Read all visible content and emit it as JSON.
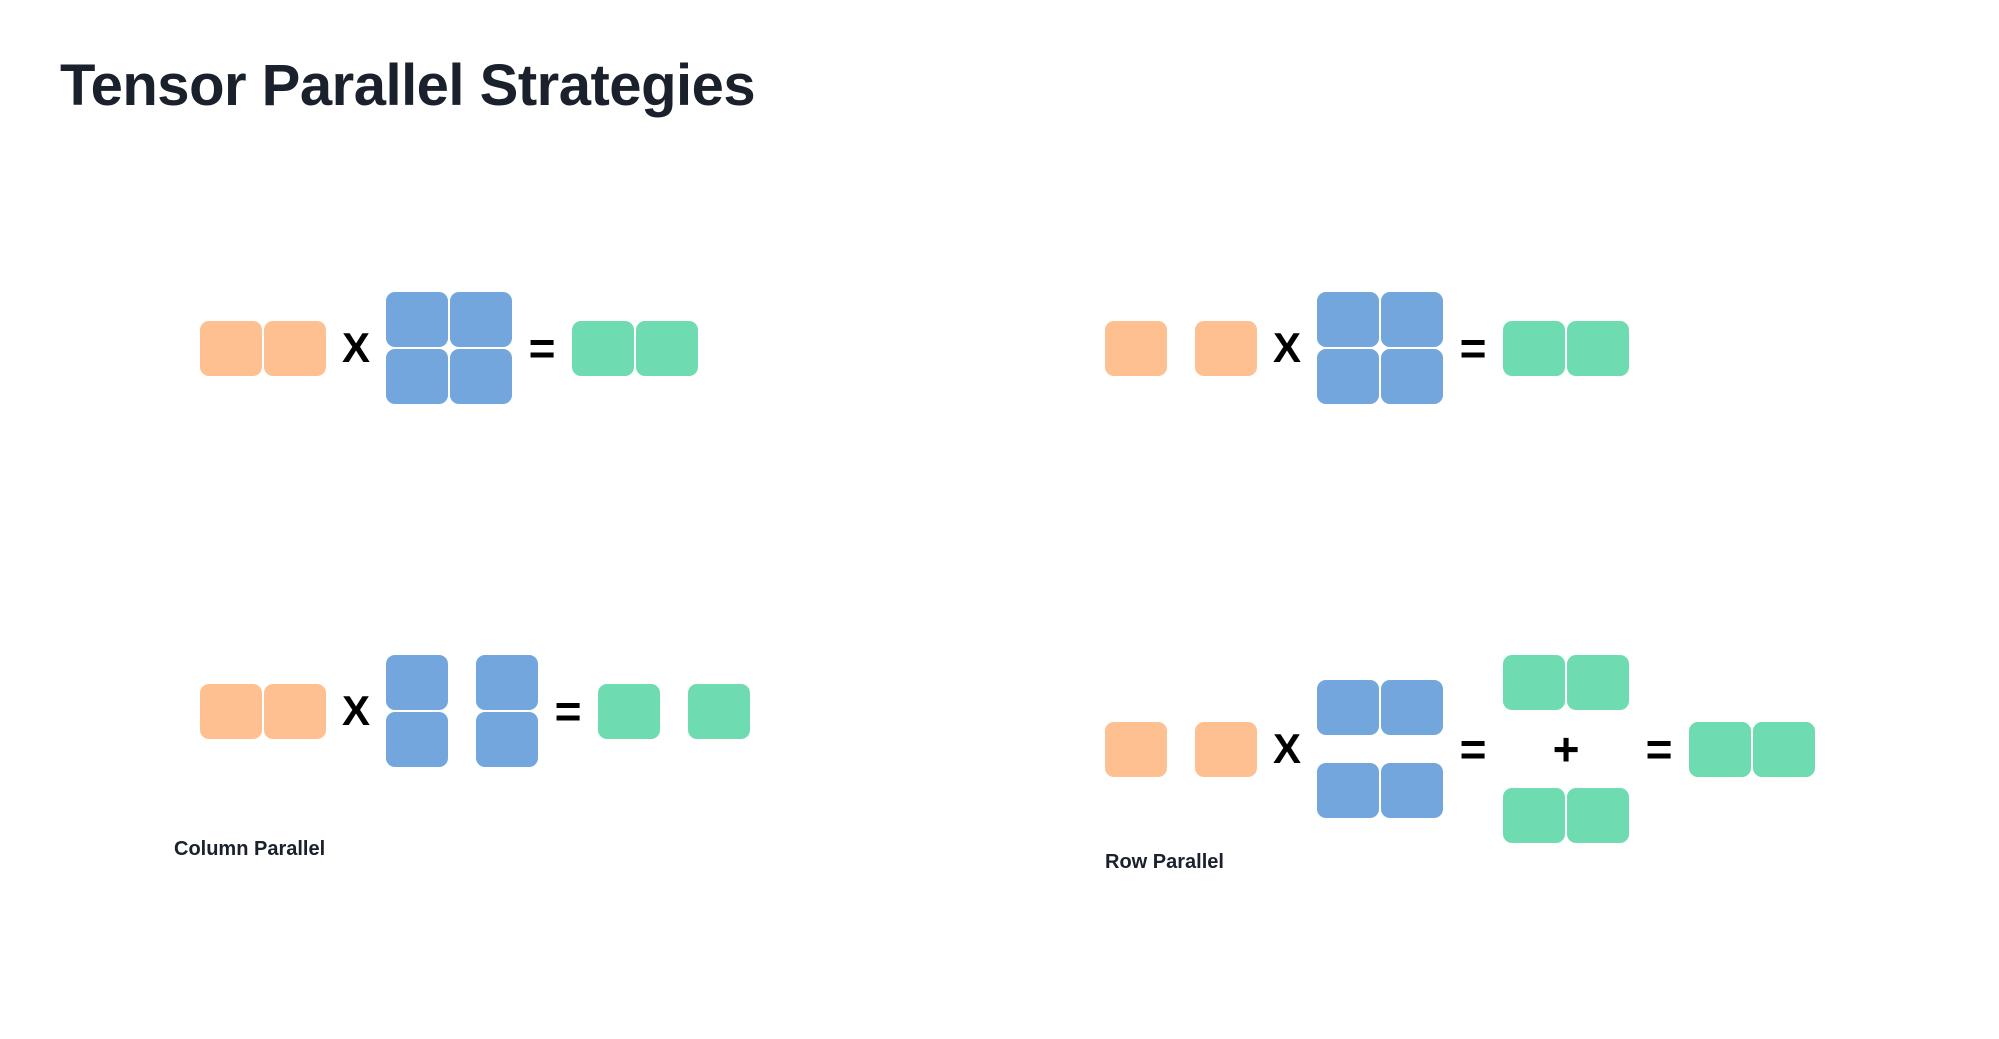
{
  "page": {
    "title": "Tensor Parallel Strategies",
    "background_color": "#ffffff",
    "text_color": "#1a202c"
  },
  "palette": {
    "input_orange": "#fec091",
    "weight_blue": "#72a6dc",
    "output_green": "#6edcb0",
    "operator_black": "#000000"
  },
  "operators": {
    "multiply": "X",
    "equals": "=",
    "plus": "+"
  },
  "captions": {
    "column_parallel": "Column Parallel",
    "row_parallel": "Row Parallel"
  },
  "diagrams": [
    {
      "id": "top-left",
      "caption": "",
      "description": "unsharded input times unsharded weight equals unsharded output",
      "input": {
        "color": "orange",
        "rows": 1,
        "cols": 2,
        "split": "none"
      },
      "weight": {
        "color": "blue",
        "rows": 2,
        "cols": 2,
        "split": "none"
      },
      "output": {
        "color": "green",
        "rows": 1,
        "cols": 2,
        "split": "none"
      }
    },
    {
      "id": "bottom-left",
      "caption": "Column Parallel",
      "description": "unsharded input times column-sharded weight equals column-sharded output",
      "input": {
        "color": "orange",
        "rows": 1,
        "cols": 2,
        "split": "none"
      },
      "weight": {
        "color": "blue",
        "rows": 2,
        "cols": 2,
        "split": "columns"
      },
      "output": {
        "color": "green",
        "rows": 1,
        "cols": 2,
        "split": "columns"
      }
    },
    {
      "id": "top-right",
      "caption": "",
      "description": "column-sharded input times unsharded weight equals unsharded output",
      "input": {
        "color": "orange",
        "rows": 1,
        "cols": 2,
        "split": "columns"
      },
      "weight": {
        "color": "blue",
        "rows": 2,
        "cols": 2,
        "split": "none"
      },
      "output": {
        "color": "green",
        "rows": 1,
        "cols": 2,
        "split": "none"
      }
    },
    {
      "id": "bottom-right",
      "caption": "Row Parallel",
      "description": "column-sharded input times row-sharded weight equals sum of two partial outputs equals full output",
      "input": {
        "color": "orange",
        "rows": 1,
        "cols": 2,
        "split": "columns"
      },
      "weight": {
        "color": "blue",
        "rows": 2,
        "cols": 2,
        "split": "rows"
      },
      "partial_outputs": [
        {
          "color": "green",
          "rows": 1,
          "cols": 2,
          "split": "none"
        },
        {
          "color": "green",
          "rows": 1,
          "cols": 2,
          "split": "none"
        }
      ],
      "output": {
        "color": "green",
        "rows": 1,
        "cols": 2,
        "split": "none"
      }
    }
  ]
}
